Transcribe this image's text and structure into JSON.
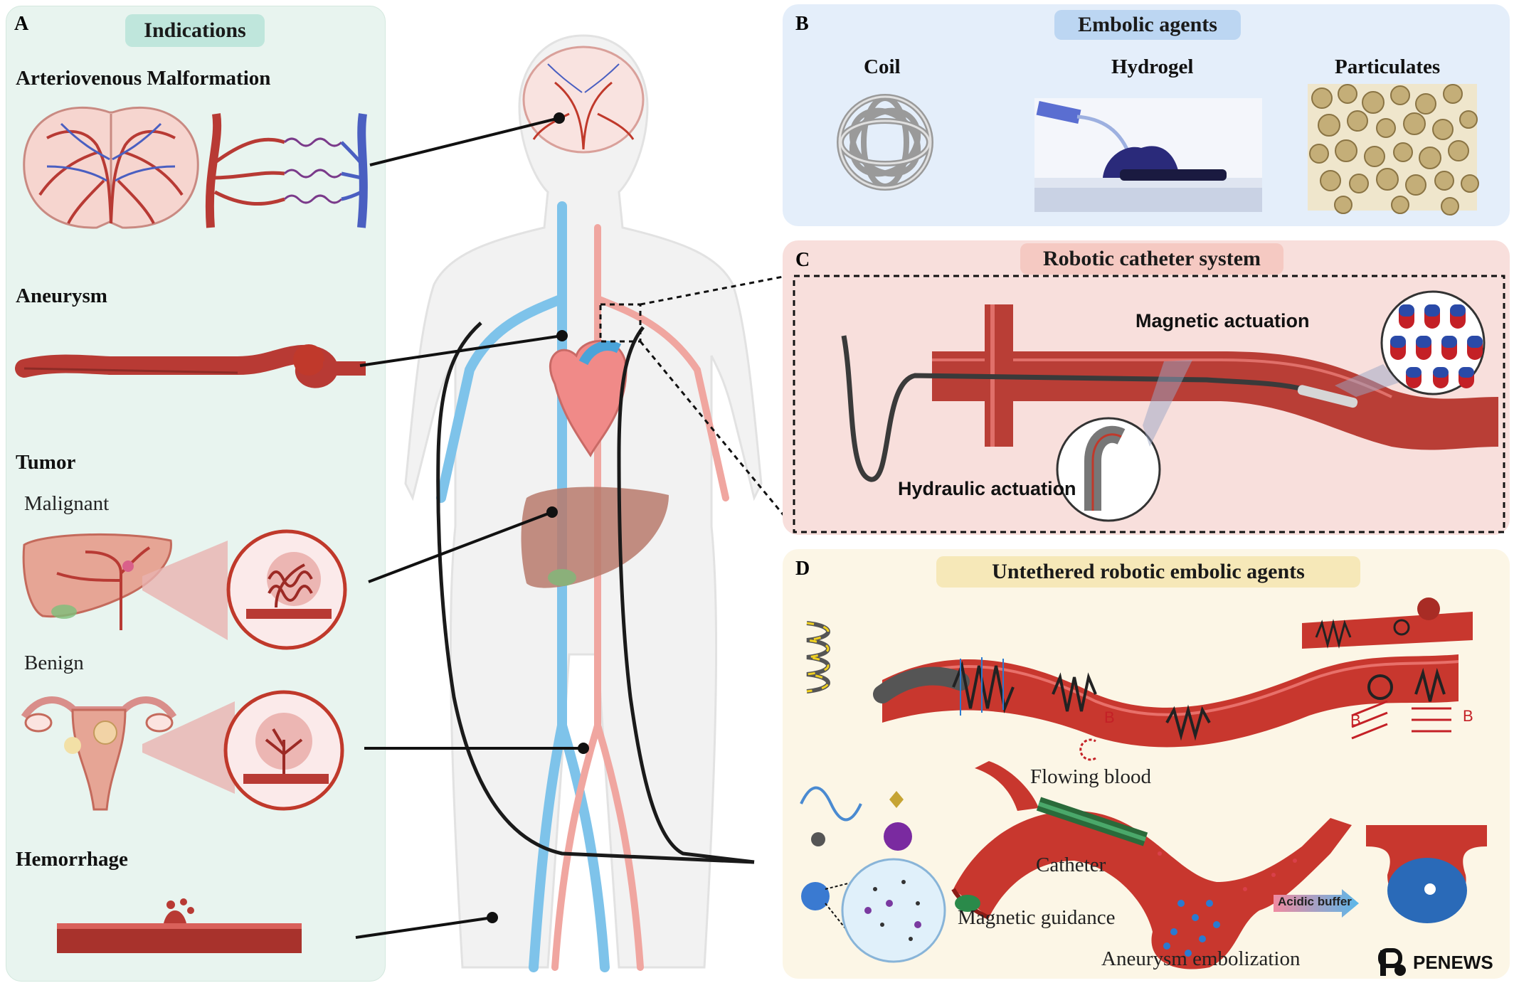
{
  "panel_a": {
    "letter": "A",
    "title": "Indications",
    "avm_label": "Arteriovenous Malformation",
    "aneurysm_label": "Aneurysm",
    "tumor_label": "Tumor",
    "malignant_label": "Malignant",
    "benign_label": "Benign",
    "hemorrhage_label": "Hemorrhage"
  },
  "panel_b": {
    "letter": "B",
    "title": "Embolic agents",
    "coil_label": "Coil",
    "hydrogel_label": "Hydrogel",
    "particulates_label": "Particulates"
  },
  "panel_c": {
    "letter": "C",
    "title": "Robotic catheter system",
    "magnetic_label": "Magnetic actuation",
    "hydraulic_label": "Hydraulic actuation"
  },
  "panel_d": {
    "letter": "D",
    "title": "Untethered robotic embolic agents",
    "field_label_1": "B",
    "field_label_2": "B",
    "field_label_3": "B",
    "flowing_blood_label": "Flowing blood",
    "catheter_label": "Catheter",
    "magnetic_guidance_label": "Magnetic guidance",
    "acidic_buffer_label": "Acidic buffer",
    "aneurysm_embolization_label": "Aneurysm embolization"
  },
  "watermark": {
    "text": "PENEWS"
  },
  "colors": {
    "artery": "#c0392b",
    "vein": "#4a5fc1",
    "panel_a_bg": "#e8f4ef",
    "panel_b_bg": "#e4eefa",
    "panel_c_bg": "#f8dfdc",
    "panel_d_bg": "#fcf6e6"
  }
}
